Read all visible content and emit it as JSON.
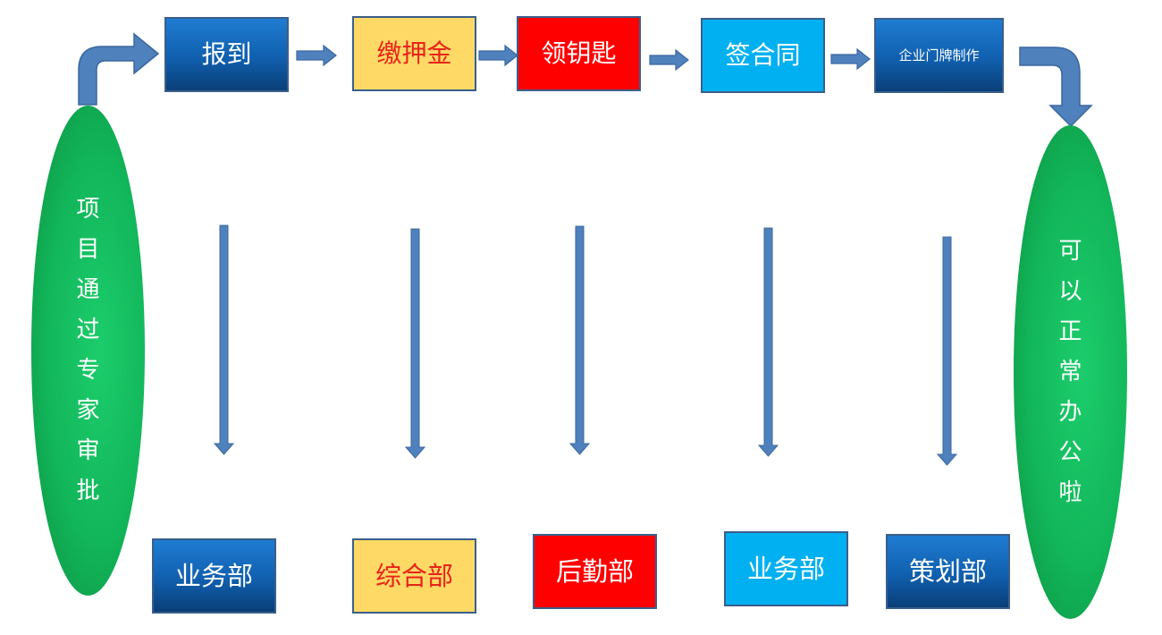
{
  "flow_steps": [
    {
      "label": "报到",
      "style": "blue"
    },
    {
      "label": "缴押金",
      "style": "yellow"
    },
    {
      "label": "领钥匙",
      "style": "red"
    },
    {
      "label": "签合同",
      "style": "cyan"
    },
    {
      "label": "企业门牌制作",
      "style": "blue"
    }
  ],
  "departments": [
    {
      "label": "业务部",
      "style": "blue"
    },
    {
      "label": "综合部",
      "style": "yellow"
    },
    {
      "label": "后勤部",
      "style": "red"
    },
    {
      "label": "业务部",
      "style": "cyan"
    },
    {
      "label": "策划部",
      "style": "blue"
    }
  ],
  "start_node": {
    "label": "项目通过专家审批"
  },
  "end_node": {
    "label": "可以正常办公啦"
  },
  "colors": {
    "blue": "#105fae",
    "yellow": "#ffd966",
    "red": "#ff0000",
    "cyan": "#00b0f0",
    "green": "#12b65a",
    "arrow": "#4f81bd",
    "arrow_border": "#3a679e"
  }
}
